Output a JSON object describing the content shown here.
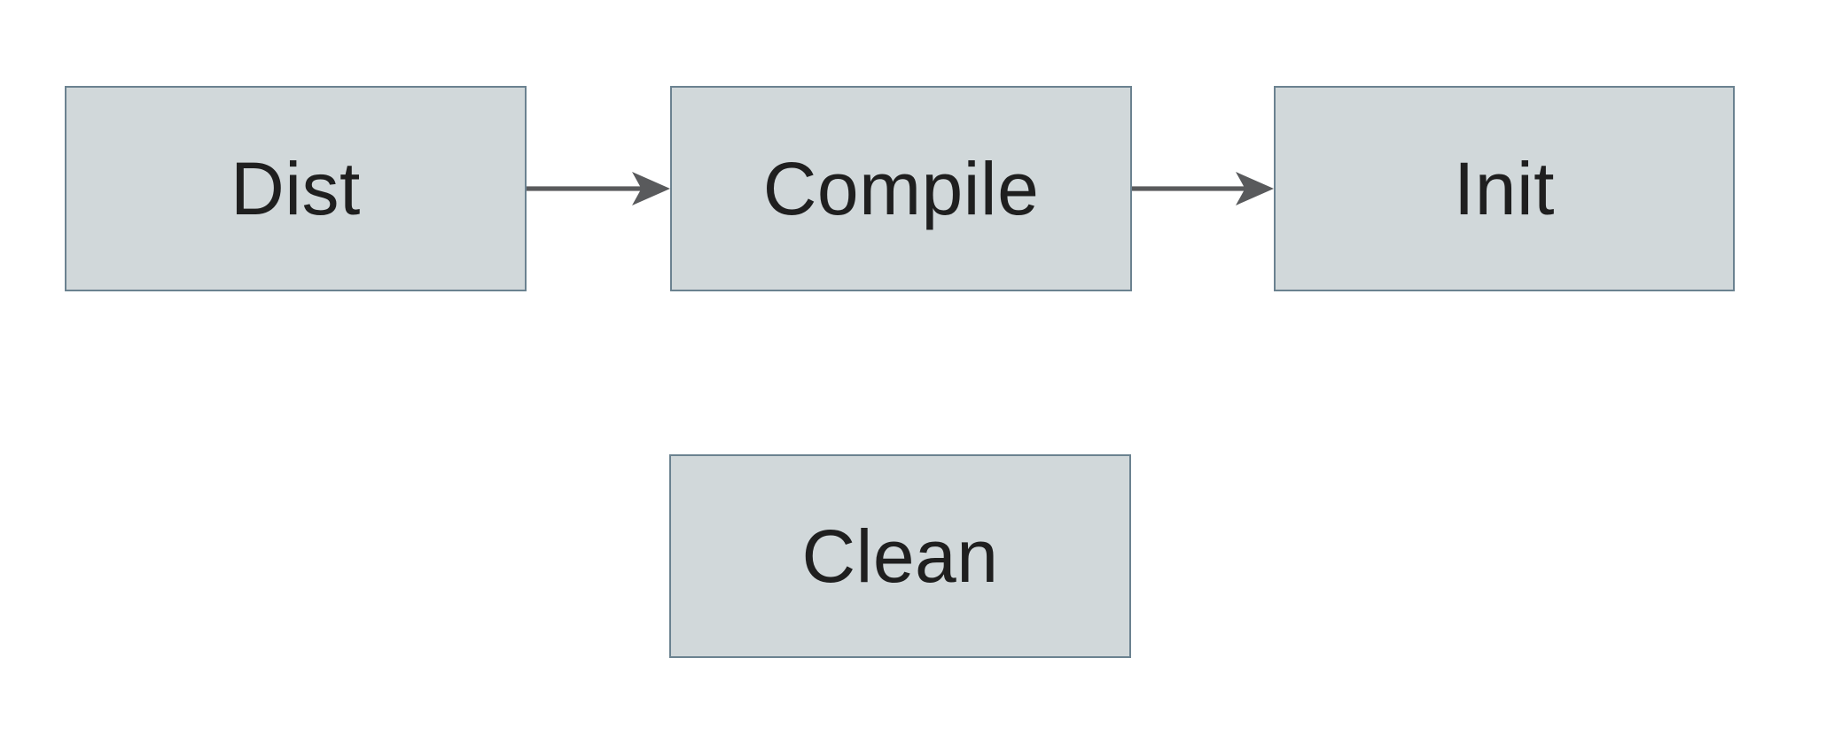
{
  "diagram": {
    "type": "flowchart",
    "background_color": "#ffffff",
    "node_fill_color": "#d1d8da",
    "node_border_color": "#6b8290",
    "arrow_color": "#595a5c",
    "text_color": "#1f1f1f",
    "nodes": [
      {
        "id": "dist",
        "label": "Dist"
      },
      {
        "id": "compile",
        "label": "Compile"
      },
      {
        "id": "init",
        "label": "Init"
      },
      {
        "id": "clean",
        "label": "Clean"
      }
    ],
    "edges": [
      {
        "from": "dist",
        "to": "compile",
        "style": "solid-arrow"
      },
      {
        "from": "compile",
        "to": "init",
        "style": "solid-arrow"
      }
    ]
  }
}
